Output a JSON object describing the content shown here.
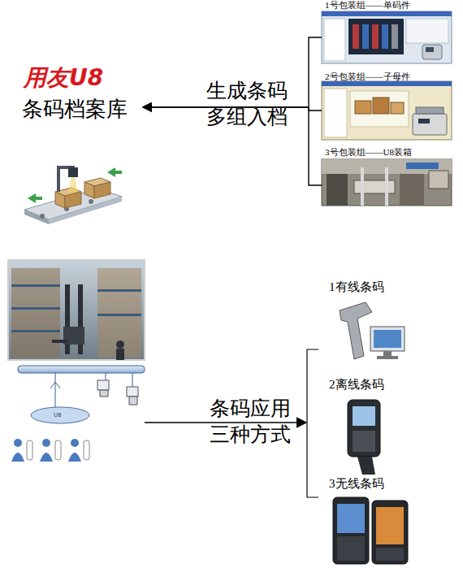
{
  "diagram": {
    "nodes": [
      {
        "text": [
          "1号包装组——单码件"
        ]
      },
      {
        "text": [
          "2号包装组——子母件"
        ]
      },
      {
        "text": [
          "3号包装组——U8装箱"
        ]
      },
      {
        "text": [
          "用友U8",
          "条码档案库"
        ]
      },
      {
        "text": [
          "1有线条码"
        ]
      },
      {
        "text": [
          "2离线条码"
        ]
      },
      {
        "text": [
          "3无线条码"
        ]
      }
    ],
    "edges": [
      {
        "from": 0,
        "to": 3,
        "arrow": "to"
      },
      {
        "from": 1,
        "to": 3,
        "label": "生成条码 多组入档",
        "arrow": "to"
      },
      {
        "from": 2,
        "to": 3,
        "arrow": "to"
      }
    ],
    "labels": [
      "条码应用 三种方式",
      "U8"
    ]
  }
}
